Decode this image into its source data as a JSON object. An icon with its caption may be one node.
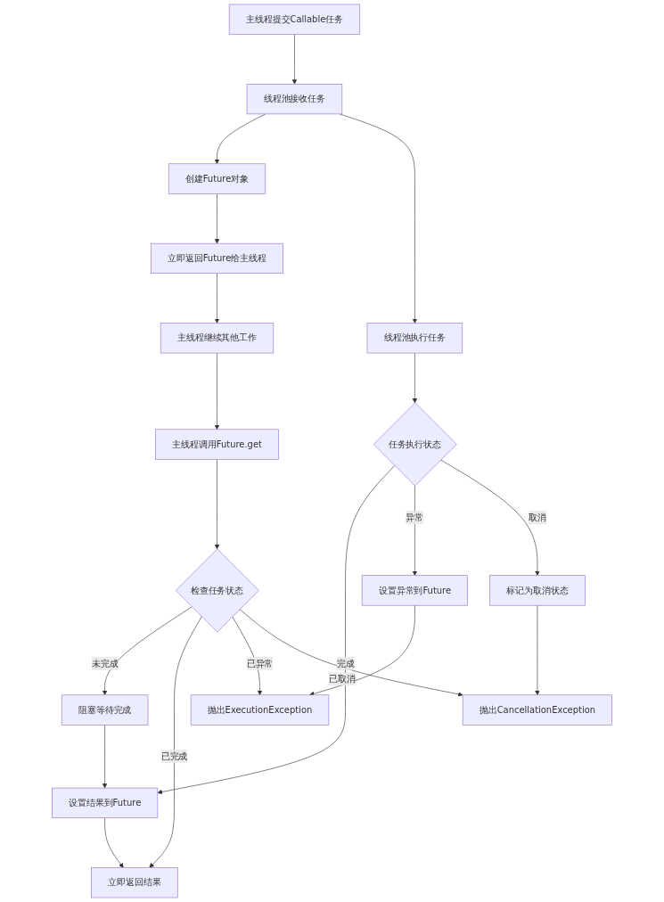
{
  "diagram": {
    "nodes": [
      {
        "text": [
          "主线程提交Callable任务"
        ]
      },
      {
        "text": [
          "线程池接收任务"
        ]
      },
      {
        "text": [
          "创建Future对象"
        ]
      },
      {
        "text": [
          "立即返回Future给主线程"
        ]
      },
      {
        "text": [
          "主线程继续其他工作"
        ]
      },
      {
        "text": [
          "线程池执行任务"
        ]
      },
      {
        "text": [
          "主线程调用Future.get"
        ]
      },
      {
        "text": [
          "任务执行状态"
        ]
      },
      {
        "text": [
          "检查任务状态"
        ]
      },
      {
        "text": [
          "设置异常到Future"
        ]
      },
      {
        "text": [
          "标记为取消状态"
        ]
      },
      {
        "text": [
          "阻塞等待完成"
        ]
      },
      {
        "text": [
          "抛出ExecutionException"
        ]
      },
      {
        "text": [
          "抛出CancellationException"
        ]
      },
      {
        "text": [
          "设置结果到Future"
        ]
      },
      {
        "text": [
          "立即返回结果"
        ]
      }
    ],
    "edges": [
      {
        "from": 0,
        "to": 1,
        "arrow": "to"
      },
      {
        "from": 1,
        "to": 2,
        "arrow": "to"
      },
      {
        "from": 1,
        "to": 5,
        "arrow": "to"
      },
      {
        "from": 2,
        "to": 3,
        "arrow": "to"
      },
      {
        "from": 3,
        "to": 4,
        "arrow": "to"
      },
      {
        "from": 4,
        "to": 6,
        "arrow": "to"
      },
      {
        "from": 5,
        "to": 7,
        "arrow": "to"
      },
      {
        "from": 6,
        "to": 8,
        "arrow": "to"
      },
      {
        "from": 7,
        "to": 14,
        "arrow": "to",
        "label": "完成"
      },
      {
        "from": 7,
        "to": 9,
        "arrow": "to",
        "label": "异常"
      },
      {
        "from": 7,
        "to": 10,
        "arrow": "to",
        "label": "取消"
      },
      {
        "from": 8,
        "to": 11,
        "arrow": "to",
        "label": "未完成"
      },
      {
        "from": 8,
        "to": 15,
        "arrow": "to",
        "label": "已完成"
      },
      {
        "from": 8,
        "to": 12,
        "arrow": "to",
        "label": "已异常"
      },
      {
        "from": 8,
        "to": 13,
        "arrow": "to",
        "label": "已取消"
      },
      {
        "from": 9,
        "to": 12,
        "arrow": "to"
      },
      {
        "from": 10,
        "to": 13,
        "arrow": "to"
      },
      {
        "from": 11,
        "to": 14,
        "arrow": "to"
      },
      {
        "from": 14,
        "to": 15,
        "arrow": "to"
      }
    ]
  }
}
